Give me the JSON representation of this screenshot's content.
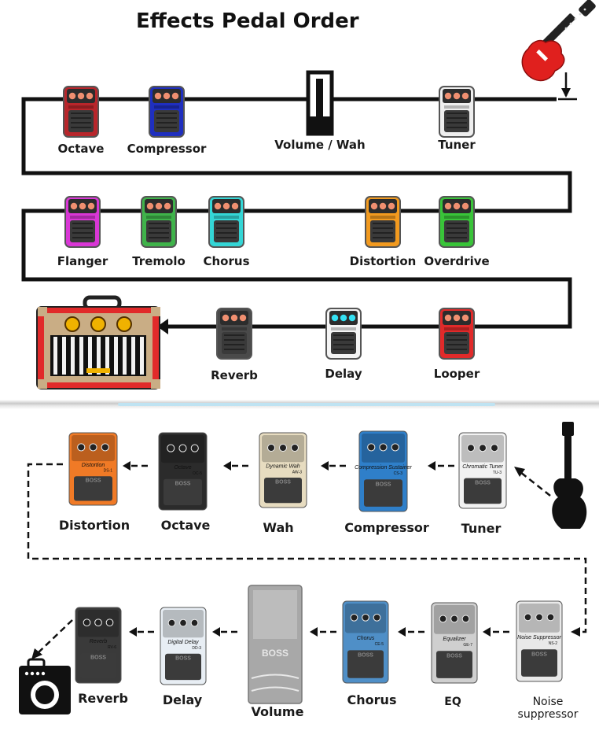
{
  "title": "Effects Pedal Order",
  "top_chain": {
    "row1": [
      {
        "label": "Octave",
        "color": "#b8262b",
        "knob": "#f08f70"
      },
      {
        "label": "Compressor",
        "color": "#1f2fbf",
        "knob": "#f08f70"
      },
      {
        "label": "Volume / Wah"
      },
      {
        "label": "Tuner",
        "color": "#eeeeee",
        "knob": "#f08f70"
      }
    ],
    "row2": [
      {
        "label": "Flanger",
        "color": "#d937d6",
        "knob": "#f08f70"
      },
      {
        "label": "Tremolo",
        "color": "#3fb34a",
        "knob": "#f08f70"
      },
      {
        "label": "Chorus",
        "color": "#34d6d6",
        "knob": "#f08f70"
      },
      {
        "label": "Distortion",
        "color": "#f29a1f",
        "knob": "#f08f70"
      },
      {
        "label": "Overdrive",
        "color": "#39c439",
        "knob": "#f08f70"
      }
    ],
    "row3": [
      {
        "label": "Reverb",
        "color": "#4a4a4a",
        "knob": "#f08f70"
      },
      {
        "label": "Delay",
        "color": "#f4f4f4",
        "knob": "#34e0f2"
      },
      {
        "label": "Looper",
        "color": "#e12a2a",
        "knob": "#f08f70"
      }
    ]
  },
  "bottom_chain": {
    "row1": [
      {
        "label": "Distortion",
        "color": "#f07a26",
        "model": "Distortion",
        "code": "DS-1"
      },
      {
        "label": "Octave",
        "color": "#2b2b2b",
        "model": "Octave",
        "code": "OC-5"
      },
      {
        "label": "Wah",
        "color": "#e7dcc0",
        "model": "Dynamic Wah",
        "code": "AW-3"
      },
      {
        "label": "Compressor",
        "color": "#2f7fc9",
        "model": "Compression Sustainer",
        "code": "CS-3"
      },
      {
        "label": "Tuner",
        "color": "#f2f2f2",
        "model": "Chromatic Tuner",
        "code": "TU-3"
      }
    ],
    "row2": [
      {
        "label": "Reverb",
        "color": "#3a3a3a",
        "model": "Reverb",
        "code": "RV-6"
      },
      {
        "label": "Delay",
        "color": "#e8eef4",
        "model": "Digital Delay",
        "code": "DD-3"
      },
      {
        "label": "Volume",
        "color": "#a8a8a8",
        "brand": "BOSS"
      },
      {
        "label": "Chorus",
        "color": "#4f8fc7",
        "model": "Chorus",
        "code": "CE-5"
      },
      {
        "label": "EQ",
        "color": "#cfcfcf",
        "model": "Equalizer",
        "code": "GE-7"
      },
      {
        "label": "Noise\nsuppressor",
        "color": "#e9e9e9",
        "model": "Noise Suppressor",
        "code": "NS-2"
      }
    ]
  },
  "brand": "BOSS",
  "colors": {
    "cable": "#111111",
    "guitar_red": "#e0201e",
    "amp_frame": "#e12a2a",
    "amp_grille": "#111111",
    "amp_tan": "#c9ad85",
    "amp_knob": "#f0b200"
  }
}
